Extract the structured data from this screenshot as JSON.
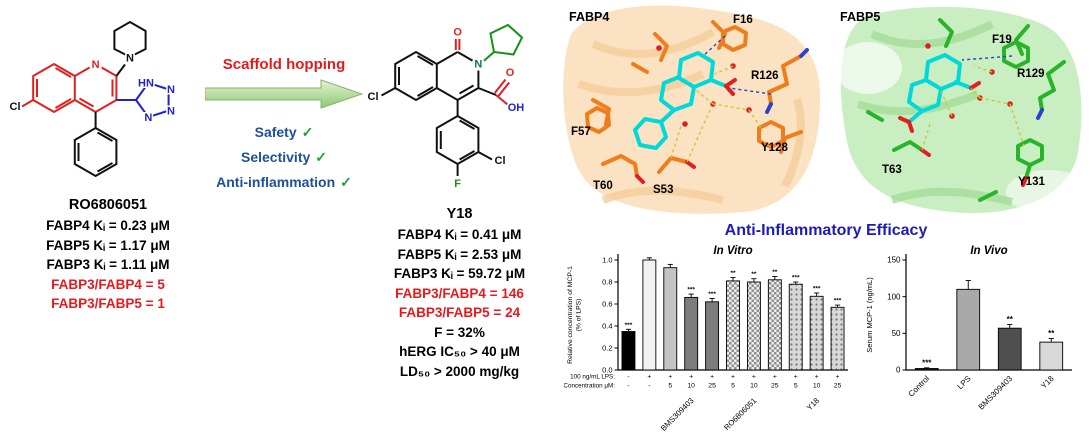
{
  "colors": {
    "highlight_red": "#e8191c",
    "scaffold_red": "#e8191c",
    "check_green": "#1fa03c",
    "check_blue": "#1d4f9e",
    "title_blue": "#1d1db5",
    "fabp4_stick_orange": "#f07d1c",
    "fabp5_stick_green": "#28b428",
    "ligand_cyan": "#00d9d9"
  },
  "left_compound": {
    "name": "RO6806051",
    "atoms": {
      "cl": "Cl",
      "n_ring": "N",
      "n_pip": "N",
      "tz_nh": "HN",
      "tz_n1": "N",
      "tz_n2": "N",
      "tz_n3": "N"
    },
    "stats": [
      {
        "text": "FABP4 Kᵢ = 0.23 μM",
        "highlight": false
      },
      {
        "text": "FABP5 Kᵢ = 1.17 μM",
        "highlight": false
      },
      {
        "text": "FABP3 Kᵢ = 1.11 μM",
        "highlight": false
      },
      {
        "text": "FABP3/FABP4 = 5",
        "highlight": true
      },
      {
        "text": "FABP3/FABP5 = 1",
        "highlight": true
      }
    ]
  },
  "transform": {
    "label": "Scaffold hopping",
    "checks": [
      {
        "text": "Safety",
        "mark": "✓"
      },
      {
        "text": "Selectivity",
        "mark": "✓"
      },
      {
        "text": "Anti-inflammation",
        "mark": "✓"
      }
    ]
  },
  "right_compound": {
    "name": "Y18",
    "atoms": {
      "o_lactam": "O",
      "n_ring": "N",
      "o_acid": "O",
      "oh": "OH",
      "cl_left": "Cl",
      "cl_aryl": "Cl",
      "f": "F"
    },
    "stats": [
      {
        "text": "FABP4 Kᵢ = 0.41 μM",
        "highlight": false
      },
      {
        "text": "FABP5 Kᵢ = 2.53 μM",
        "highlight": false
      },
      {
        "text": "FABP3 Kᵢ = 59.72 μM",
        "highlight": false
      },
      {
        "text": "FABP3/FABP4 = 146",
        "highlight": true
      },
      {
        "text": "FABP3/FABP5 = 24",
        "highlight": true
      },
      {
        "text": "F = 32%",
        "highlight": false
      },
      {
        "text": "hERG IC₅₀ > 40 μM",
        "highlight": false
      },
      {
        "text": "LD₅₀ > 2000 mg/kg",
        "highlight": false
      }
    ]
  },
  "protein_panels": [
    {
      "title": "FABP4",
      "residues": [
        "F16",
        "R126",
        "Y128",
        "S53",
        "T60",
        "F57"
      ]
    },
    {
      "title": "FABP5",
      "residues": [
        "F19",
        "R129",
        "Y131",
        "T63"
      ]
    }
  ],
  "efficacy_title": "Anti-Inflammatory Efficacy",
  "chart_data": [
    {
      "type": "bar",
      "title": "In Vitro",
      "ylabel": "Relative concentration of MCP-1",
      "ylabel2": "(% of LPS)",
      "ylim": [
        0,
        1.0
      ],
      "yticks": [
        "0.0",
        "0.2",
        "0.4",
        "0.6",
        "0.8",
        "1.0"
      ],
      "values": [
        0.35,
        1.0,
        0.93,
        0.66,
        0.62,
        0.81,
        0.8,
        0.82,
        0.78,
        0.67,
        0.57
      ],
      "errors": [
        0.02,
        0.02,
        0.03,
        0.03,
        0.03,
        0.03,
        0.03,
        0.03,
        0.02,
        0.03,
        0.02
      ],
      "sig": [
        "***",
        "",
        "",
        "***",
        "***",
        "**",
        "**",
        "**",
        "***",
        "***",
        "***"
      ],
      "fills": [
        "#000000",
        "#f2f2f2",
        "#c4c4c4",
        "#7d7d7d",
        "#7d7d7d",
        "checker",
        "checker",
        "checker",
        "dots",
        "dots",
        "dots"
      ],
      "axis_rows": [
        {
          "label": "100 ng/mL LPS:",
          "values": [
            "-",
            "+",
            "+",
            "+",
            "+",
            "+",
            "+",
            "+",
            "+",
            "+",
            "+"
          ]
        },
        {
          "label": "Concentration μM:",
          "values": [
            "-",
            "-",
            "5",
            "10",
            "25",
            "5",
            "10",
            "25",
            "5",
            "10",
            "25"
          ]
        }
      ],
      "group_labels": [
        {
          "text": "BMS309403",
          "start": 2,
          "end": 4
        },
        {
          "text": "RO6806051",
          "start": 5,
          "end": 7
        },
        {
          "text": "Y18",
          "start": 8,
          "end": 10
        }
      ],
      "legend_position": "none",
      "grid": false
    },
    {
      "type": "bar",
      "title": "In Vivo",
      "ylabel": "Serum MCP-1 (ng/mL)",
      "ylim": [
        0,
        150
      ],
      "yticks": [
        "0",
        "50",
        "100",
        "150"
      ],
      "categories": [
        "Control",
        "LPS",
        "BMS309403",
        "Y18"
      ],
      "values": [
        2,
        110,
        57,
        38
      ],
      "errors": [
        1,
        12,
        5,
        5
      ],
      "sig": [
        "***",
        "",
        "**",
        "**"
      ],
      "fills": [
        "#1a1a1a",
        "#a9a9a9",
        "#4f4f4f",
        "#d9d9d9"
      ],
      "legend_position": "none",
      "grid": false
    }
  ]
}
